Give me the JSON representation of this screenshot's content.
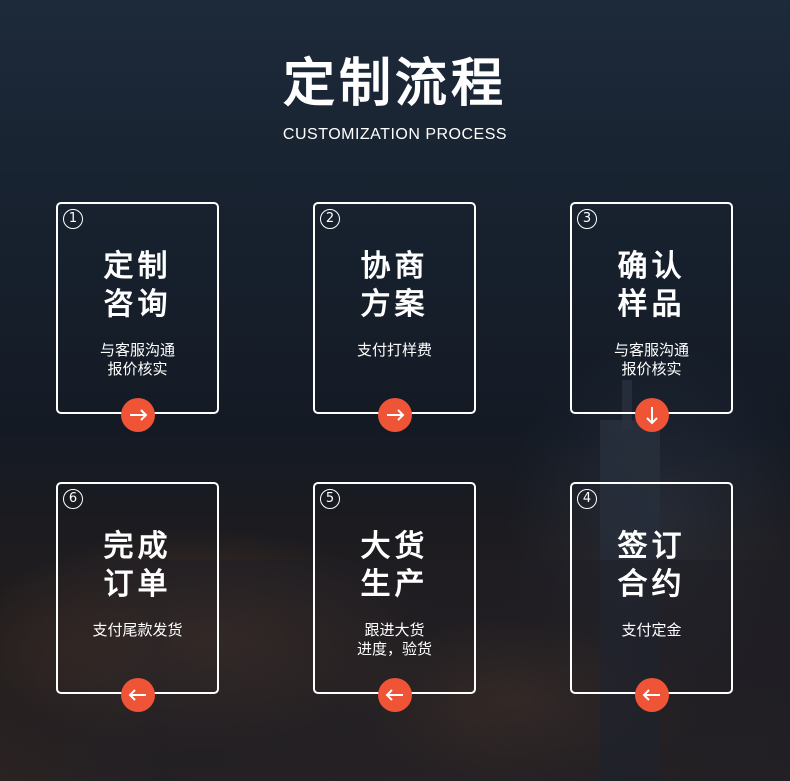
{
  "header": {
    "title": "定制流程",
    "subtitle": "CUSTOMIZATION PROCESS"
  },
  "colors": {
    "accent": "#ee5435",
    "text": "#ffffff",
    "card_border": "#ffffff"
  },
  "steps": [
    {
      "num": "1",
      "title_line1": "定制",
      "title_line2": "咨询",
      "desc_line1": "与客服沟通",
      "desc_line2": "报价核实",
      "arrow": "arrow-right-icon"
    },
    {
      "num": "2",
      "title_line1": "协商",
      "title_line2": "方案",
      "desc_line1": "支付打样费",
      "desc_line2": "",
      "arrow": "arrow-right-icon"
    },
    {
      "num": "3",
      "title_line1": "确认",
      "title_line2": "样品",
      "desc_line1": "与客服沟通",
      "desc_line2": "报价核实",
      "arrow": "arrow-down-icon"
    },
    {
      "num": "6",
      "title_line1": "完成",
      "title_line2": "订单",
      "desc_line1": "支付尾款发货",
      "desc_line2": "",
      "arrow": "arrow-left-icon"
    },
    {
      "num": "5",
      "title_line1": "大货",
      "title_line2": "生产",
      "desc_line1": "跟进大货",
      "desc_line2": "进度，验货",
      "arrow": "arrow-left-icon"
    },
    {
      "num": "4",
      "title_line1": "签订",
      "title_line2": "合约",
      "desc_line1": "支付定金",
      "desc_line2": "",
      "arrow": "arrow-left-icon"
    }
  ]
}
